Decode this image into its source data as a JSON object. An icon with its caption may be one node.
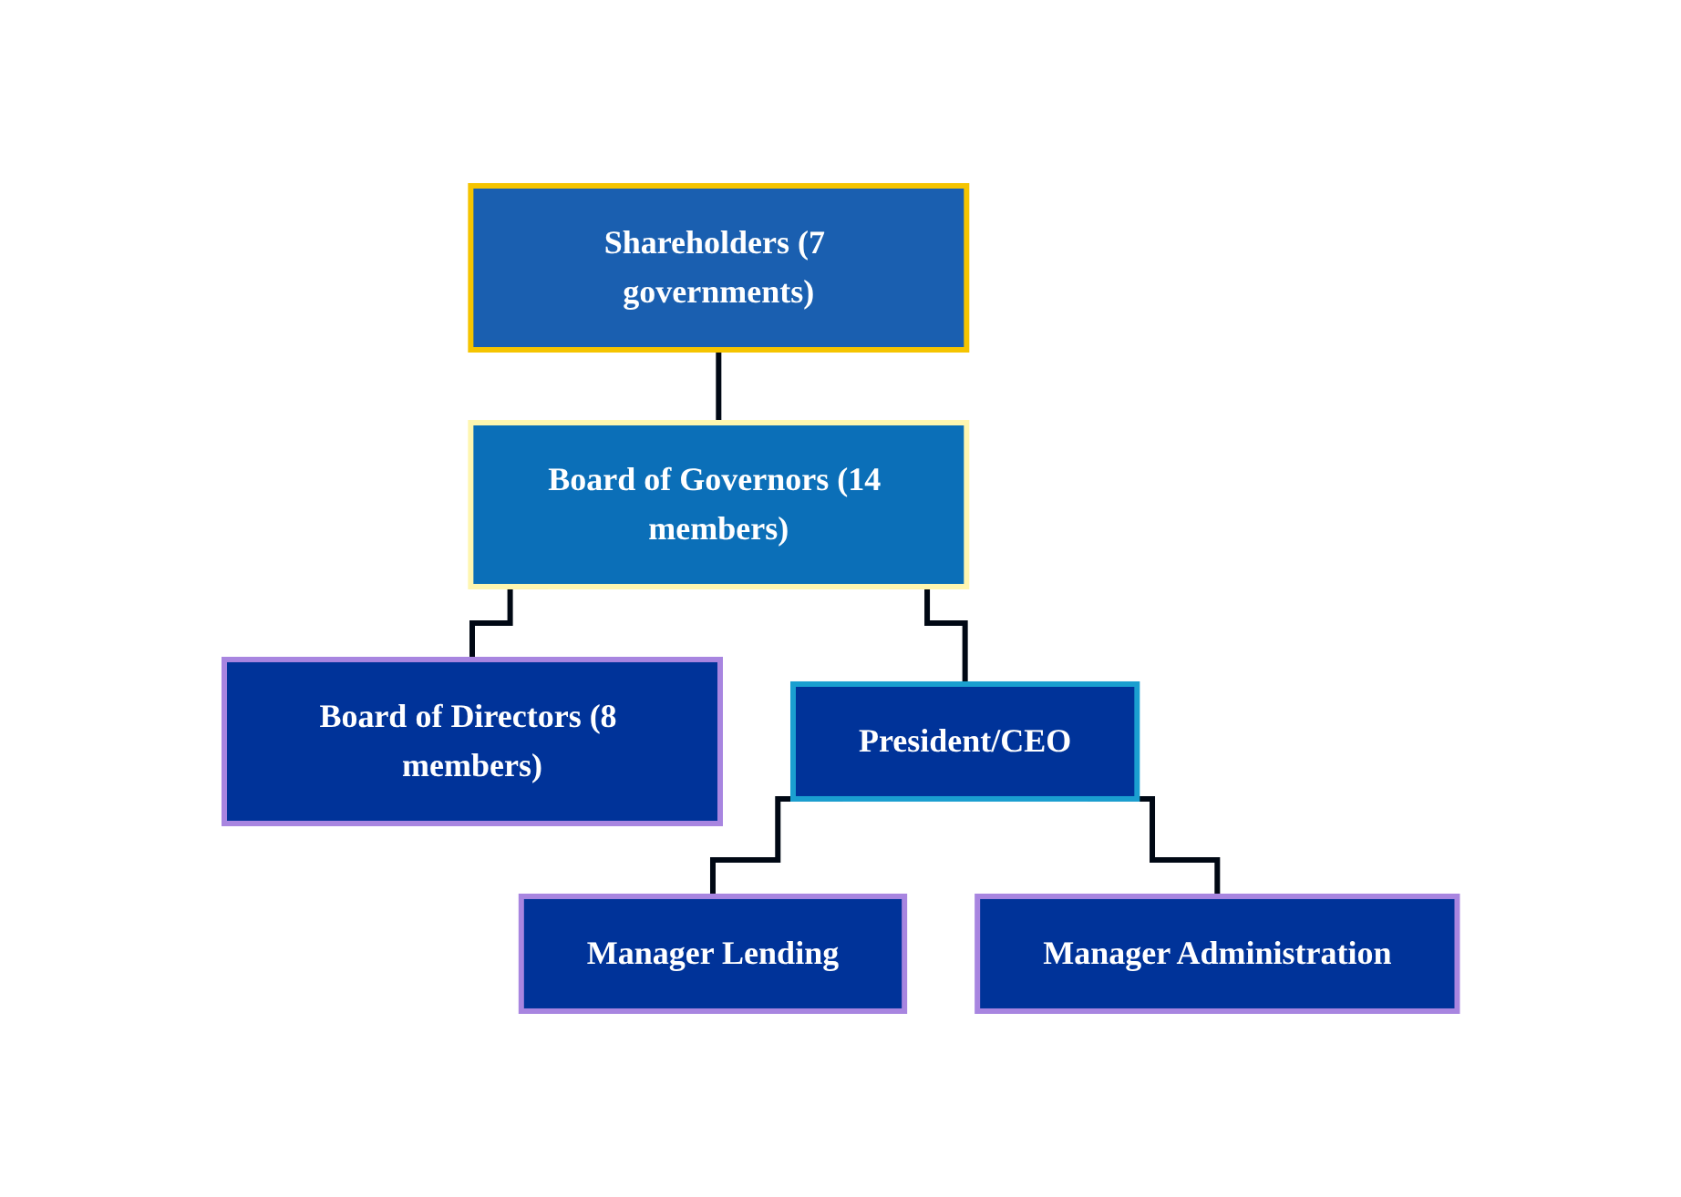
{
  "diagram": {
    "nodes": [
      {
        "text": [
          "Shareholders (7 governments)"
        ]
      },
      {
        "text": [
          "Board of Governors (14 members)"
        ]
      },
      {
        "text": [
          "Board of Directors (8 members)"
        ]
      },
      {
        "text": [
          "President/CEO"
        ]
      },
      {
        "text": [
          "Manager Lending"
        ]
      },
      {
        "text": [
          "Manager Administration"
        ]
      }
    ],
    "edges": [
      {
        "from": 0,
        "to": 1,
        "arrow": "none"
      },
      {
        "from": 1,
        "to": 2,
        "arrow": "none"
      },
      {
        "from": 1,
        "to": 3,
        "arrow": "none"
      },
      {
        "from": 3,
        "to": 4,
        "arrow": "none"
      },
      {
        "from": 3,
        "to": 5,
        "arrow": "none"
      }
    ]
  }
}
